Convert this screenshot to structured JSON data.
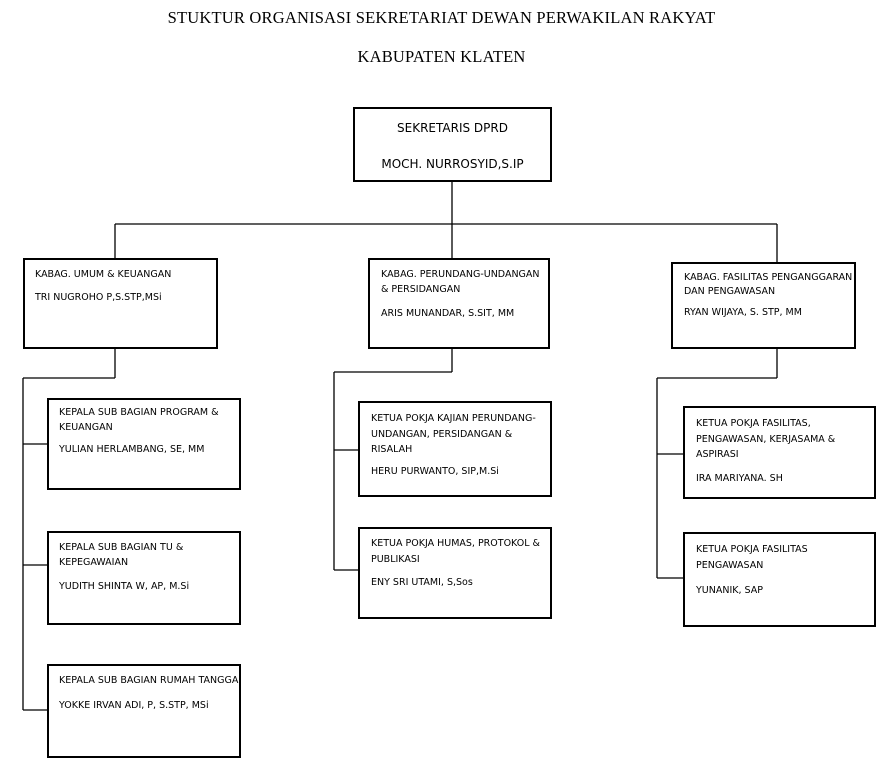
{
  "title": {
    "line1": "STUKTUR ORGANISASI SEKRETARIAT DEWAN PERWAKILAN RAKYAT",
    "line2": "KABUPATEN KLATEN"
  },
  "nodes": {
    "secretary": {
      "role": "SEKRETARIS DPRD",
      "name": "MOCH. NURROSYID,S.IP"
    },
    "umum": {
      "role": "KABAG. UMUM & KEUANGAN",
      "name": "TRI NUGROHO P,S.STP,MSi"
    },
    "perundang": {
      "role": "KABAG. PERUNDANG-UNDANGAN & PERSIDANGAN",
      "name": "ARIS MUNANDAR, S.SIT, MM"
    },
    "fasilitas": {
      "role": "KABAG. FASILITAS PENGANGGARAN DAN PENGAWASAN",
      "name": "RYAN WIJAYA, S. STP, MM"
    },
    "program": {
      "role": "KEPALA SUB BAGIAN PROGRAM & KEUANGAN",
      "name": "YULIAN HERLAMBANG, SE, MM"
    },
    "tu": {
      "role": "KEPALA SUB BAGIAN TU & KEPEGAWAIAN",
      "name": "YUDITH SHINTA W, AP, M.Si"
    },
    "rumah_tangga": {
      "role": "KEPALA SUB BAGIAN RUMAH TANGGA",
      "name": "YOKKE IRVAN ADI, P, S.STP, MSi"
    },
    "kajian": {
      "role": "KETUA POKJA KAJIAN PERUNDANG-UNDANGAN, PERSIDANGAN & RISALAH",
      "name": "HERU PURWANTO, SIP,M.Si"
    },
    "humas": {
      "role": "KETUA POKJA HUMAS, PROTOKOL & PUBLIKASI",
      "name": "ENY SRI UTAMI, S,Sos"
    },
    "pokja_fasilitas": {
      "role": "KETUA POKJA FASILITAS, PENGAWASAN, KERJASAMA & ASPIRASI",
      "name": "IRA MARIYANA. SH"
    },
    "pokja_pengawasan": {
      "role": "KETUA POKJA FASILITAS PENGAWASAN",
      "name": "YUNANIK, SAP"
    }
  },
  "colors": {
    "line": "#000000",
    "background": "#ffffff"
  }
}
